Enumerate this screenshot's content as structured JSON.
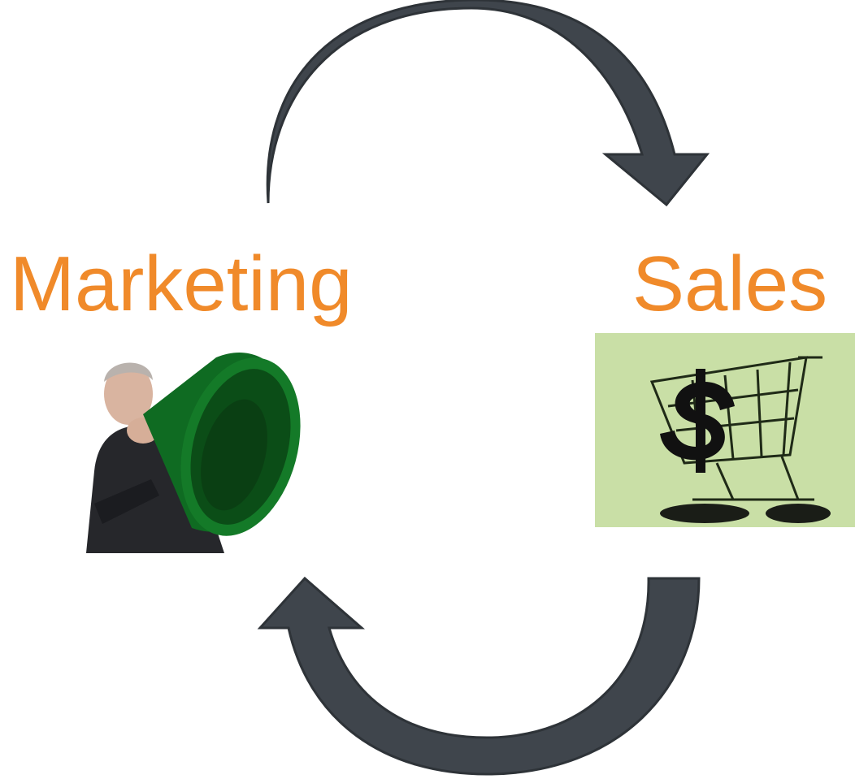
{
  "colors": {
    "label": "#f08a2a",
    "arrow": "#3f454c",
    "arrow_edge": "#2e3338",
    "megaphone": "#1f8b2f",
    "sales_bg": "#cfe3b0"
  },
  "labels": {
    "left": "Marketing",
    "right": "Sales"
  },
  "icons": {
    "top_arrow": "curved-arrow-right-icon",
    "bottom_arrow": "curved-arrow-left-icon",
    "marketing_image": "man-with-megaphone-photo",
    "sales_image": "shopping-cart-dollar-photo"
  }
}
